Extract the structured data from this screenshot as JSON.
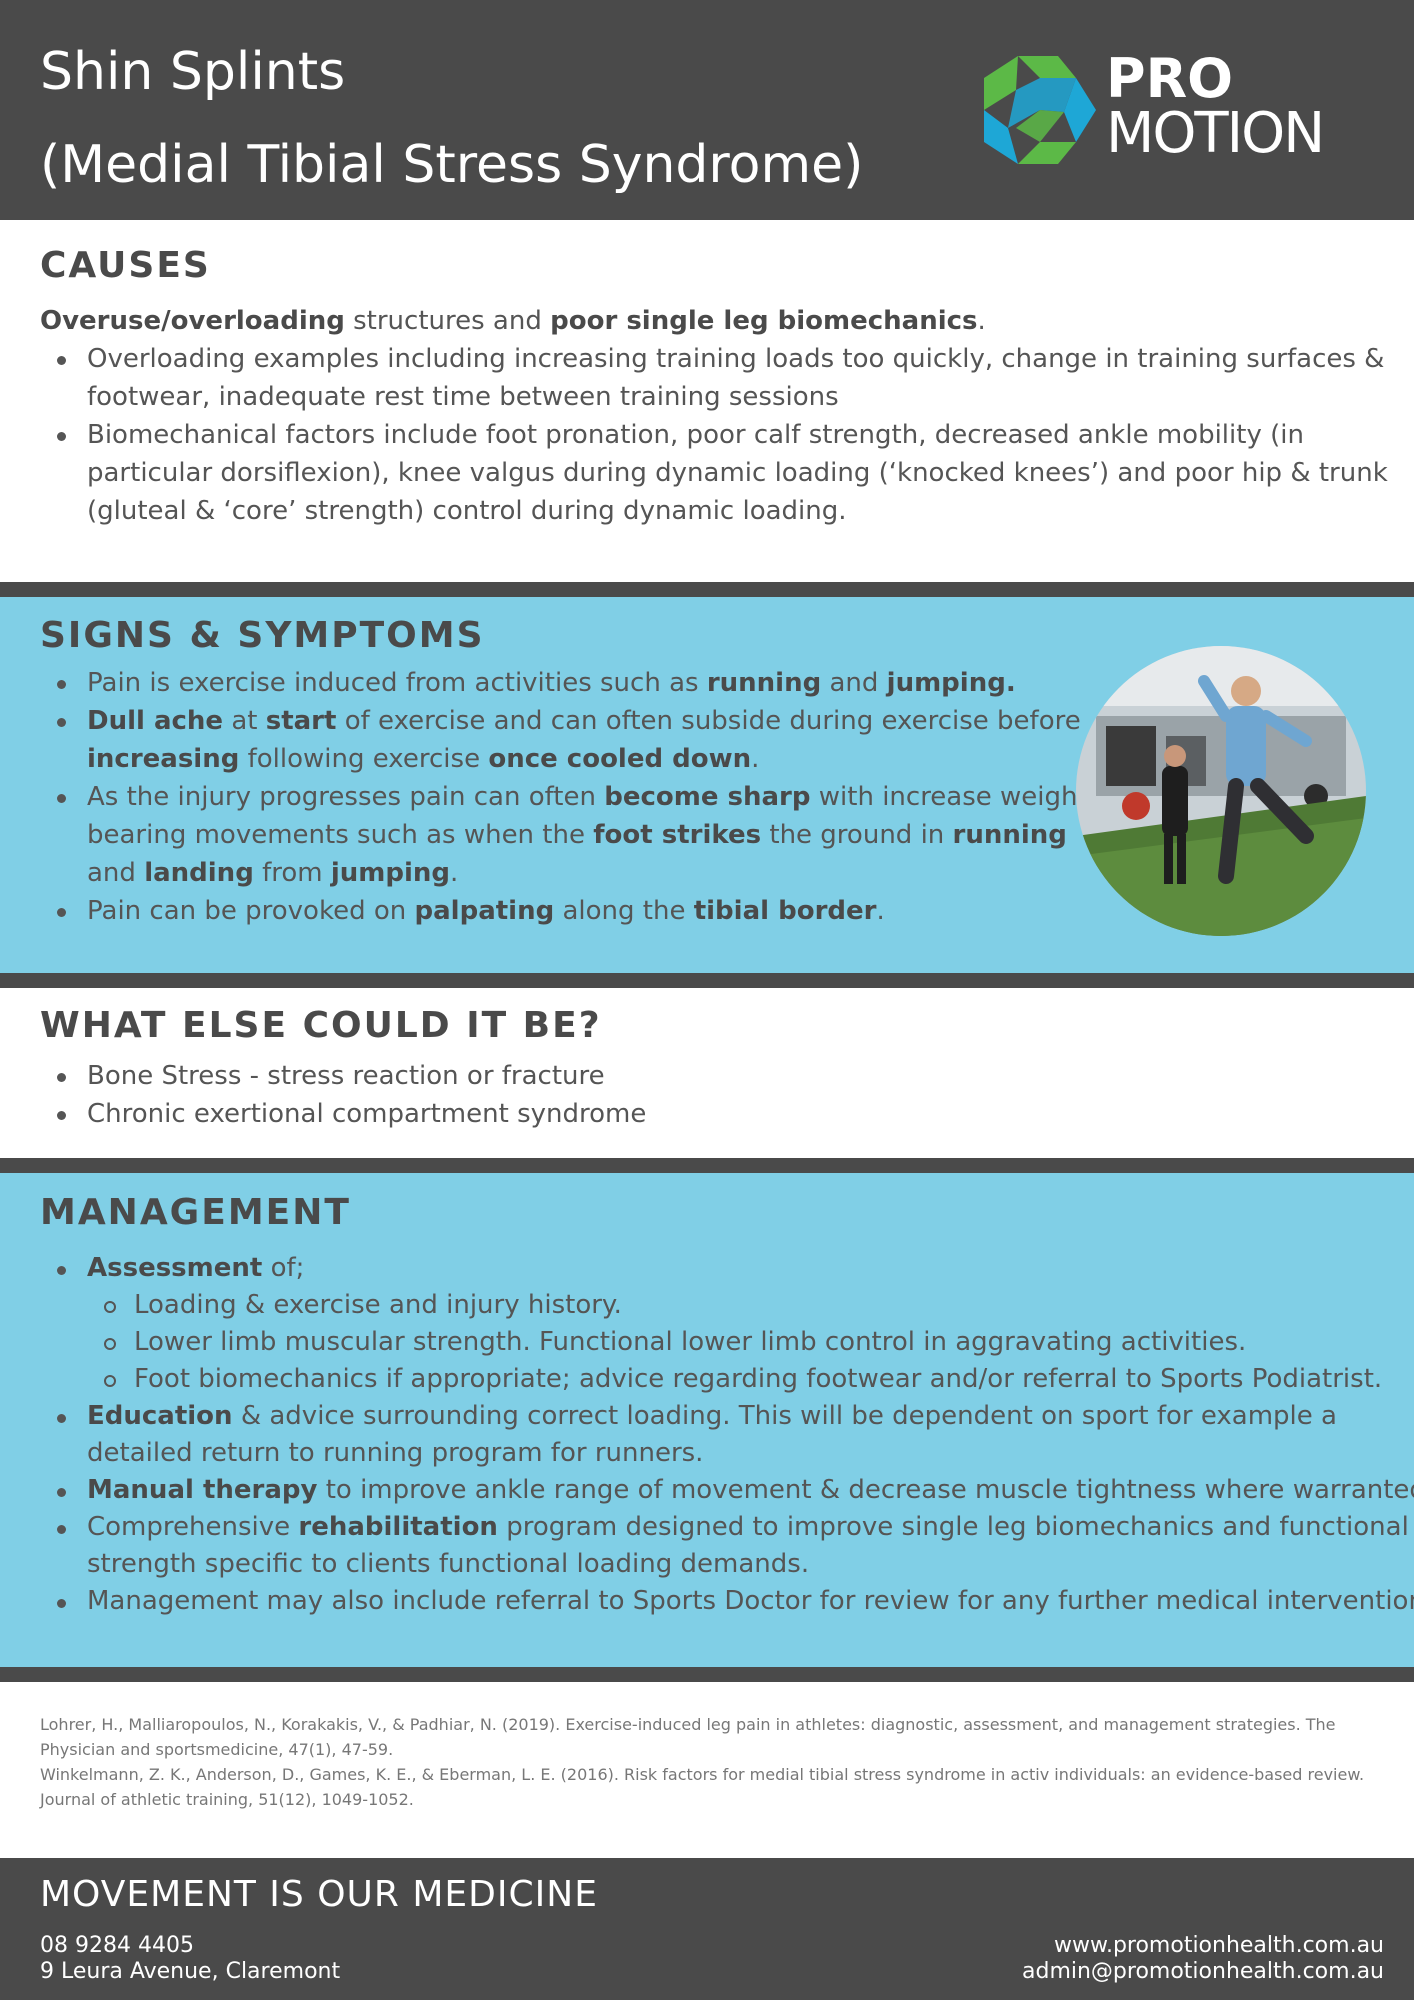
{
  "header": {
    "title_line1": "Shin Splints",
    "title_line2": "(Medial Tibial Stress Syndrome)",
    "logo_line1": "PRO",
    "logo_line2": "MOTION",
    "colors": {
      "bar": "#4a4a4a",
      "logo_green": "#5cb947",
      "logo_blue": "#1ea7d6"
    }
  },
  "causes": {
    "heading": "CAUSES",
    "lead": [
      {
        "text": "Overuse/overloading",
        "bold": true
      },
      {
        "text": " structures and ",
        "bold": false
      },
      {
        "text": "poor single leg biomechanics",
        "bold": true
      },
      {
        "text": ".",
        "bold": false
      }
    ],
    "items": [
      {
        "level": 1,
        "parts": [
          {
            "text": "Overloading examples including increasing training loads too quickly, change in training surfaces & footwear, inadequate rest time between training sessions",
            "bold": false
          }
        ]
      },
      {
        "level": 1,
        "parts": [
          {
            "text": "Biomechanical factors include foot pronation, poor calf strength, decreased ankle mobility (in particular dorsiflexion), knee valgus during dynamic loading (‘knocked knees’) and poor hip & trunk (gluteal & ‘core’ strength) control during dynamic loading.",
            "bold": false
          }
        ]
      }
    ]
  },
  "signs": {
    "heading": "SIGNS & SYMPTOMS",
    "band_color": "#80cfe6",
    "photo_description_icon": "athlete-training-photo",
    "items": [
      {
        "level": 1,
        "parts": [
          {
            "text": "Pain is exercise induced from activities such as ",
            "bold": false
          },
          {
            "text": "running",
            "bold": true
          },
          {
            "text": " and ",
            "bold": false
          },
          {
            "text": "jumping.",
            "bold": true
          }
        ]
      },
      {
        "level": 1,
        "parts": [
          {
            "text": "Dull ache",
            "bold": true
          },
          {
            "text": " at ",
            "bold": false
          },
          {
            "text": "start",
            "bold": true
          },
          {
            "text": " of exercise and can often subside during exercise before ",
            "bold": false
          },
          {
            "text": "increasing",
            "bold": true
          },
          {
            "text": " following exercise ",
            "bold": false
          },
          {
            "text": "once cooled down",
            "bold": true
          },
          {
            "text": ".",
            "bold": false
          }
        ]
      },
      {
        "level": 1,
        "parts": [
          {
            "text": "As the injury progresses pain can often ",
            "bold": false
          },
          {
            "text": "become sharp",
            "bold": true
          },
          {
            "text": " with increase weight bearing movements such as when the ",
            "bold": false
          },
          {
            "text": "foot strikes",
            "bold": true
          },
          {
            "text": " the ground in ",
            "bold": false
          },
          {
            "text": "running",
            "bold": true
          },
          {
            "text": " and ",
            "bold": false
          },
          {
            "text": "landing",
            "bold": true
          },
          {
            "text": " from ",
            "bold": false
          },
          {
            "text": "jumping",
            "bold": true
          },
          {
            "text": ".",
            "bold": false
          }
        ]
      },
      {
        "level": 1,
        "parts": [
          {
            "text": "Pain can be provoked on ",
            "bold": false
          },
          {
            "text": "palpating",
            "bold": true
          },
          {
            "text": " along the ",
            "bold": false
          },
          {
            "text": "tibial border",
            "bold": true
          },
          {
            "text": ".",
            "bold": false
          }
        ]
      }
    ]
  },
  "else": {
    "heading": "WHAT ELSE COULD IT BE?",
    "items": [
      {
        "level": 1,
        "parts": [
          {
            "text": "Bone Stress - stress reaction or fracture",
            "bold": false
          }
        ]
      },
      {
        "level": 1,
        "parts": [
          {
            "text": "Chronic exertional compartment syndrome",
            "bold": false
          }
        ]
      }
    ]
  },
  "management": {
    "heading": "MANAGEMENT",
    "items": [
      {
        "level": 1,
        "parts": [
          {
            "text": "Assessment",
            "bold": true
          },
          {
            "text": " of;",
            "bold": false
          }
        ]
      },
      {
        "level": 2,
        "parts": [
          {
            "text": "Loading & exercise and injury history.",
            "bold": false
          }
        ]
      },
      {
        "level": 2,
        "parts": [
          {
            "text": "Lower limb muscular strength. Functional lower limb control in aggravating activities.",
            "bold": false
          }
        ]
      },
      {
        "level": 2,
        "parts": [
          {
            "text": "Foot biomechanics if appropriate; advice regarding footwear and/or referral to Sports Podiatrist.",
            "bold": false
          }
        ]
      },
      {
        "level": 1,
        "parts": [
          {
            "text": "Education",
            "bold": true
          },
          {
            "text": " & advice surrounding correct loading. This will be dependent on sport for example a detailed return to running program for runners.",
            "bold": false
          }
        ]
      },
      {
        "level": 1,
        "parts": [
          {
            "text": "Manual therapy",
            "bold": true
          },
          {
            "text": " to improve ankle range of movement & decrease muscle tightness where warranted.",
            "bold": false
          }
        ]
      },
      {
        "level": 1,
        "parts": [
          {
            "text": "Comprehensive ",
            "bold": false
          },
          {
            "text": "rehabilitation",
            "bold": true
          },
          {
            "text": " program designed to improve single leg biomechanics and functional strength specific to clients functional loading demands.",
            "bold": false
          }
        ]
      },
      {
        "level": 1,
        "parts": [
          {
            "text": "Management may also include referral to Sports Doctor for review for any further medical intervention.",
            "bold": false
          }
        ]
      }
    ]
  },
  "references": [
    "Lohrer, H., Malliaropoulos, N., Korakakis, V., & Padhiar, N. (2019). Exercise-induced leg pain in athletes: diagnostic, assessment, and management strategies. The Physician and sportsmedicine, 47(1), 47-59.",
    "Winkelmann, Z. K., Anderson, D., Games, K. E., & Eberman, L. E. (2016). Risk factors for medial tibial stress syndrome in activ individuals: an evidence-based review. Journal of athletic training, 51(12), 1049-1052."
  ],
  "footer": {
    "tagline": "MOVEMENT IS OUR MEDICINE",
    "phone": "08 9284 4405",
    "address": "9 Leura Avenue, Claremont",
    "website": "www.promotionhealth.com.au",
    "email": "admin@promotionhealth.com.au"
  }
}
